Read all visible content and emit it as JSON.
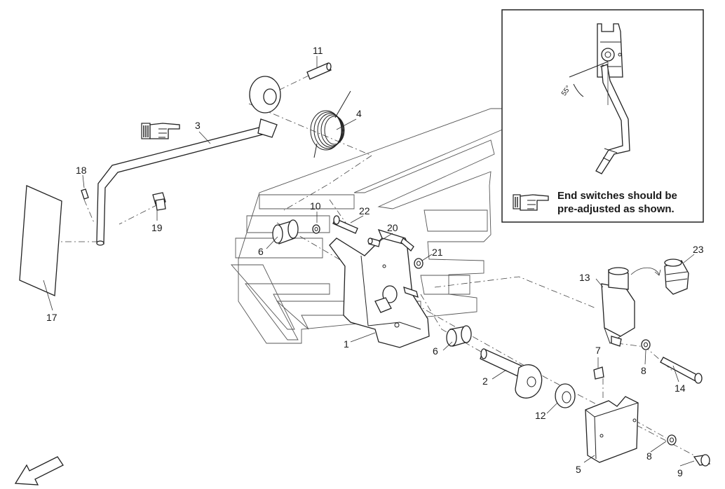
{
  "callouts": [
    {
      "id": "11",
      "text": "11"
    },
    {
      "id": "4",
      "text": "4"
    },
    {
      "id": "3",
      "text": "3"
    },
    {
      "id": "18",
      "text": "18"
    },
    {
      "id": "19",
      "text": "19"
    },
    {
      "id": "17",
      "text": "17"
    },
    {
      "id": "10",
      "text": "10"
    },
    {
      "id": "22",
      "text": "22"
    },
    {
      "id": "20",
      "text": "20"
    },
    {
      "id": "21",
      "text": "21"
    },
    {
      "id": "6a",
      "text": "6"
    },
    {
      "id": "6b",
      "text": "6"
    },
    {
      "id": "1",
      "text": "1"
    },
    {
      "id": "2",
      "text": "2"
    },
    {
      "id": "12",
      "text": "12"
    },
    {
      "id": "13",
      "text": "13"
    },
    {
      "id": "23",
      "text": "23"
    },
    {
      "id": "7",
      "text": "7"
    },
    {
      "id": "8a",
      "text": "8"
    },
    {
      "id": "8b",
      "text": "8"
    },
    {
      "id": "14",
      "text": "14"
    },
    {
      "id": "5",
      "text": "5"
    },
    {
      "id": "9",
      "text": "9"
    }
  ],
  "inset": {
    "angle_label": "55°",
    "note_line1": "End switches should be",
    "note_line2": "pre-adjusted as shown."
  },
  "icons": {
    "hand_pointer_main": "pointing-hand-icon",
    "hand_pointer_inset": "pointing-hand-icon",
    "front_arrow": "direction-arrow-icon"
  }
}
